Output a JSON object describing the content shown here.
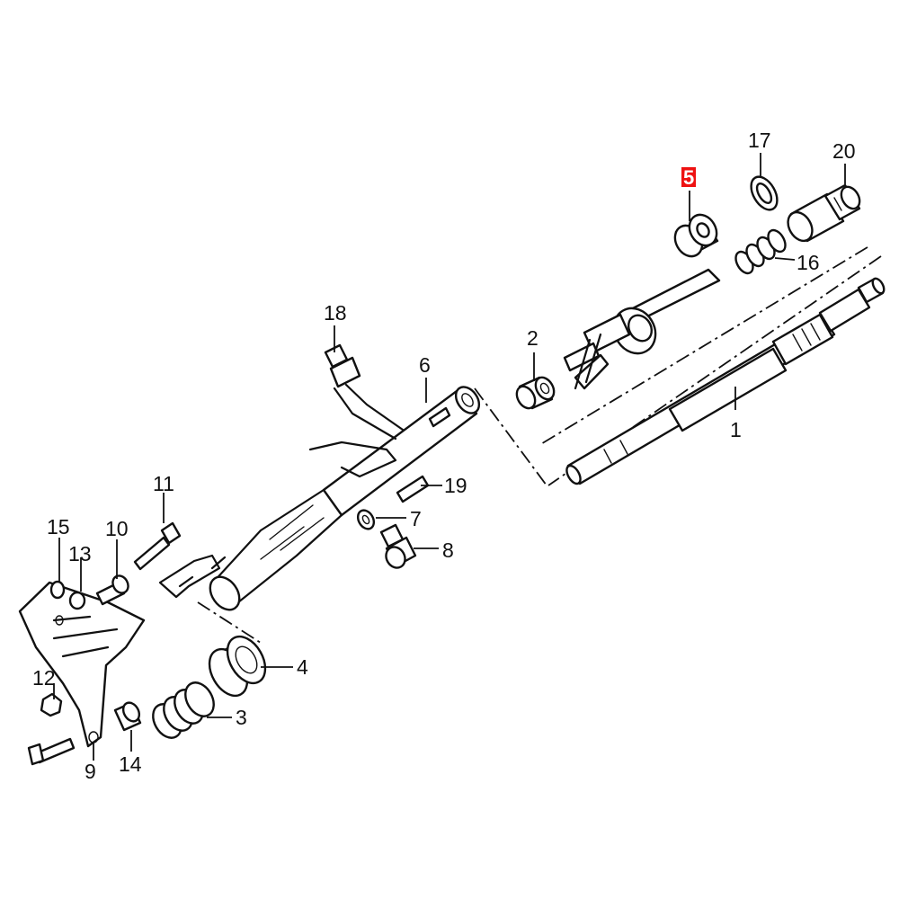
{
  "highlight_color": "#66ee22",
  "label_highlight_color": "#ee1111",
  "callouts": {
    "c1": "1",
    "c2": "2",
    "c3": "3",
    "c4": "4",
    "c5": "5",
    "c6": "6",
    "c7": "7",
    "c8": "8",
    "c9": "9",
    "c10": "10",
    "c11": "11",
    "c12": "12",
    "c13": "13",
    "c14": "14",
    "c15": "15",
    "c16": "16",
    "c17": "17",
    "c18": "18",
    "c19": "19",
    "c20": "20"
  },
  "highlighted_part": "5"
}
